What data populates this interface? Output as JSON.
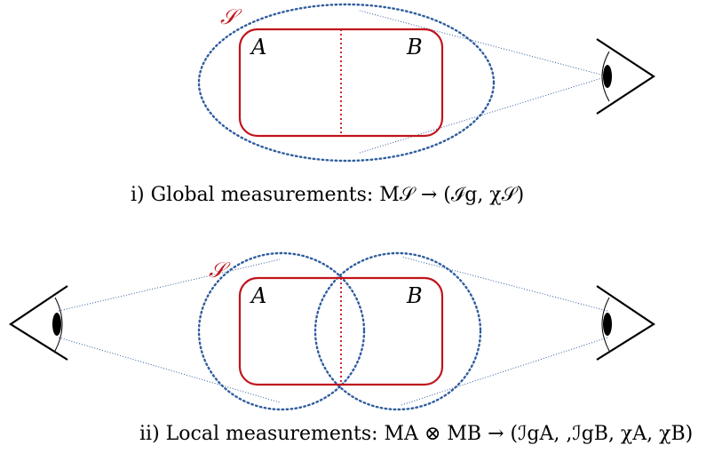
{
  "panel_global": {
    "region_a_label": "A",
    "region_b_label": "B",
    "system_label": "𝒮",
    "caption": "i) Global measurements: M𝒮 → (ℐg,  χ𝒮)"
  },
  "panel_local": {
    "region_a_label": "A",
    "region_b_label": "B",
    "system_label": "𝒮",
    "caption": "ii) Local measurements: MA ⊗ MB → (ℐgA,  ,ℐgB,  χA,  χB)"
  },
  "colors": {
    "region": "#c0141c",
    "measurement": "#2f5d9e",
    "eye": "#000000"
  },
  "icons": [
    "eye-icon"
  ]
}
